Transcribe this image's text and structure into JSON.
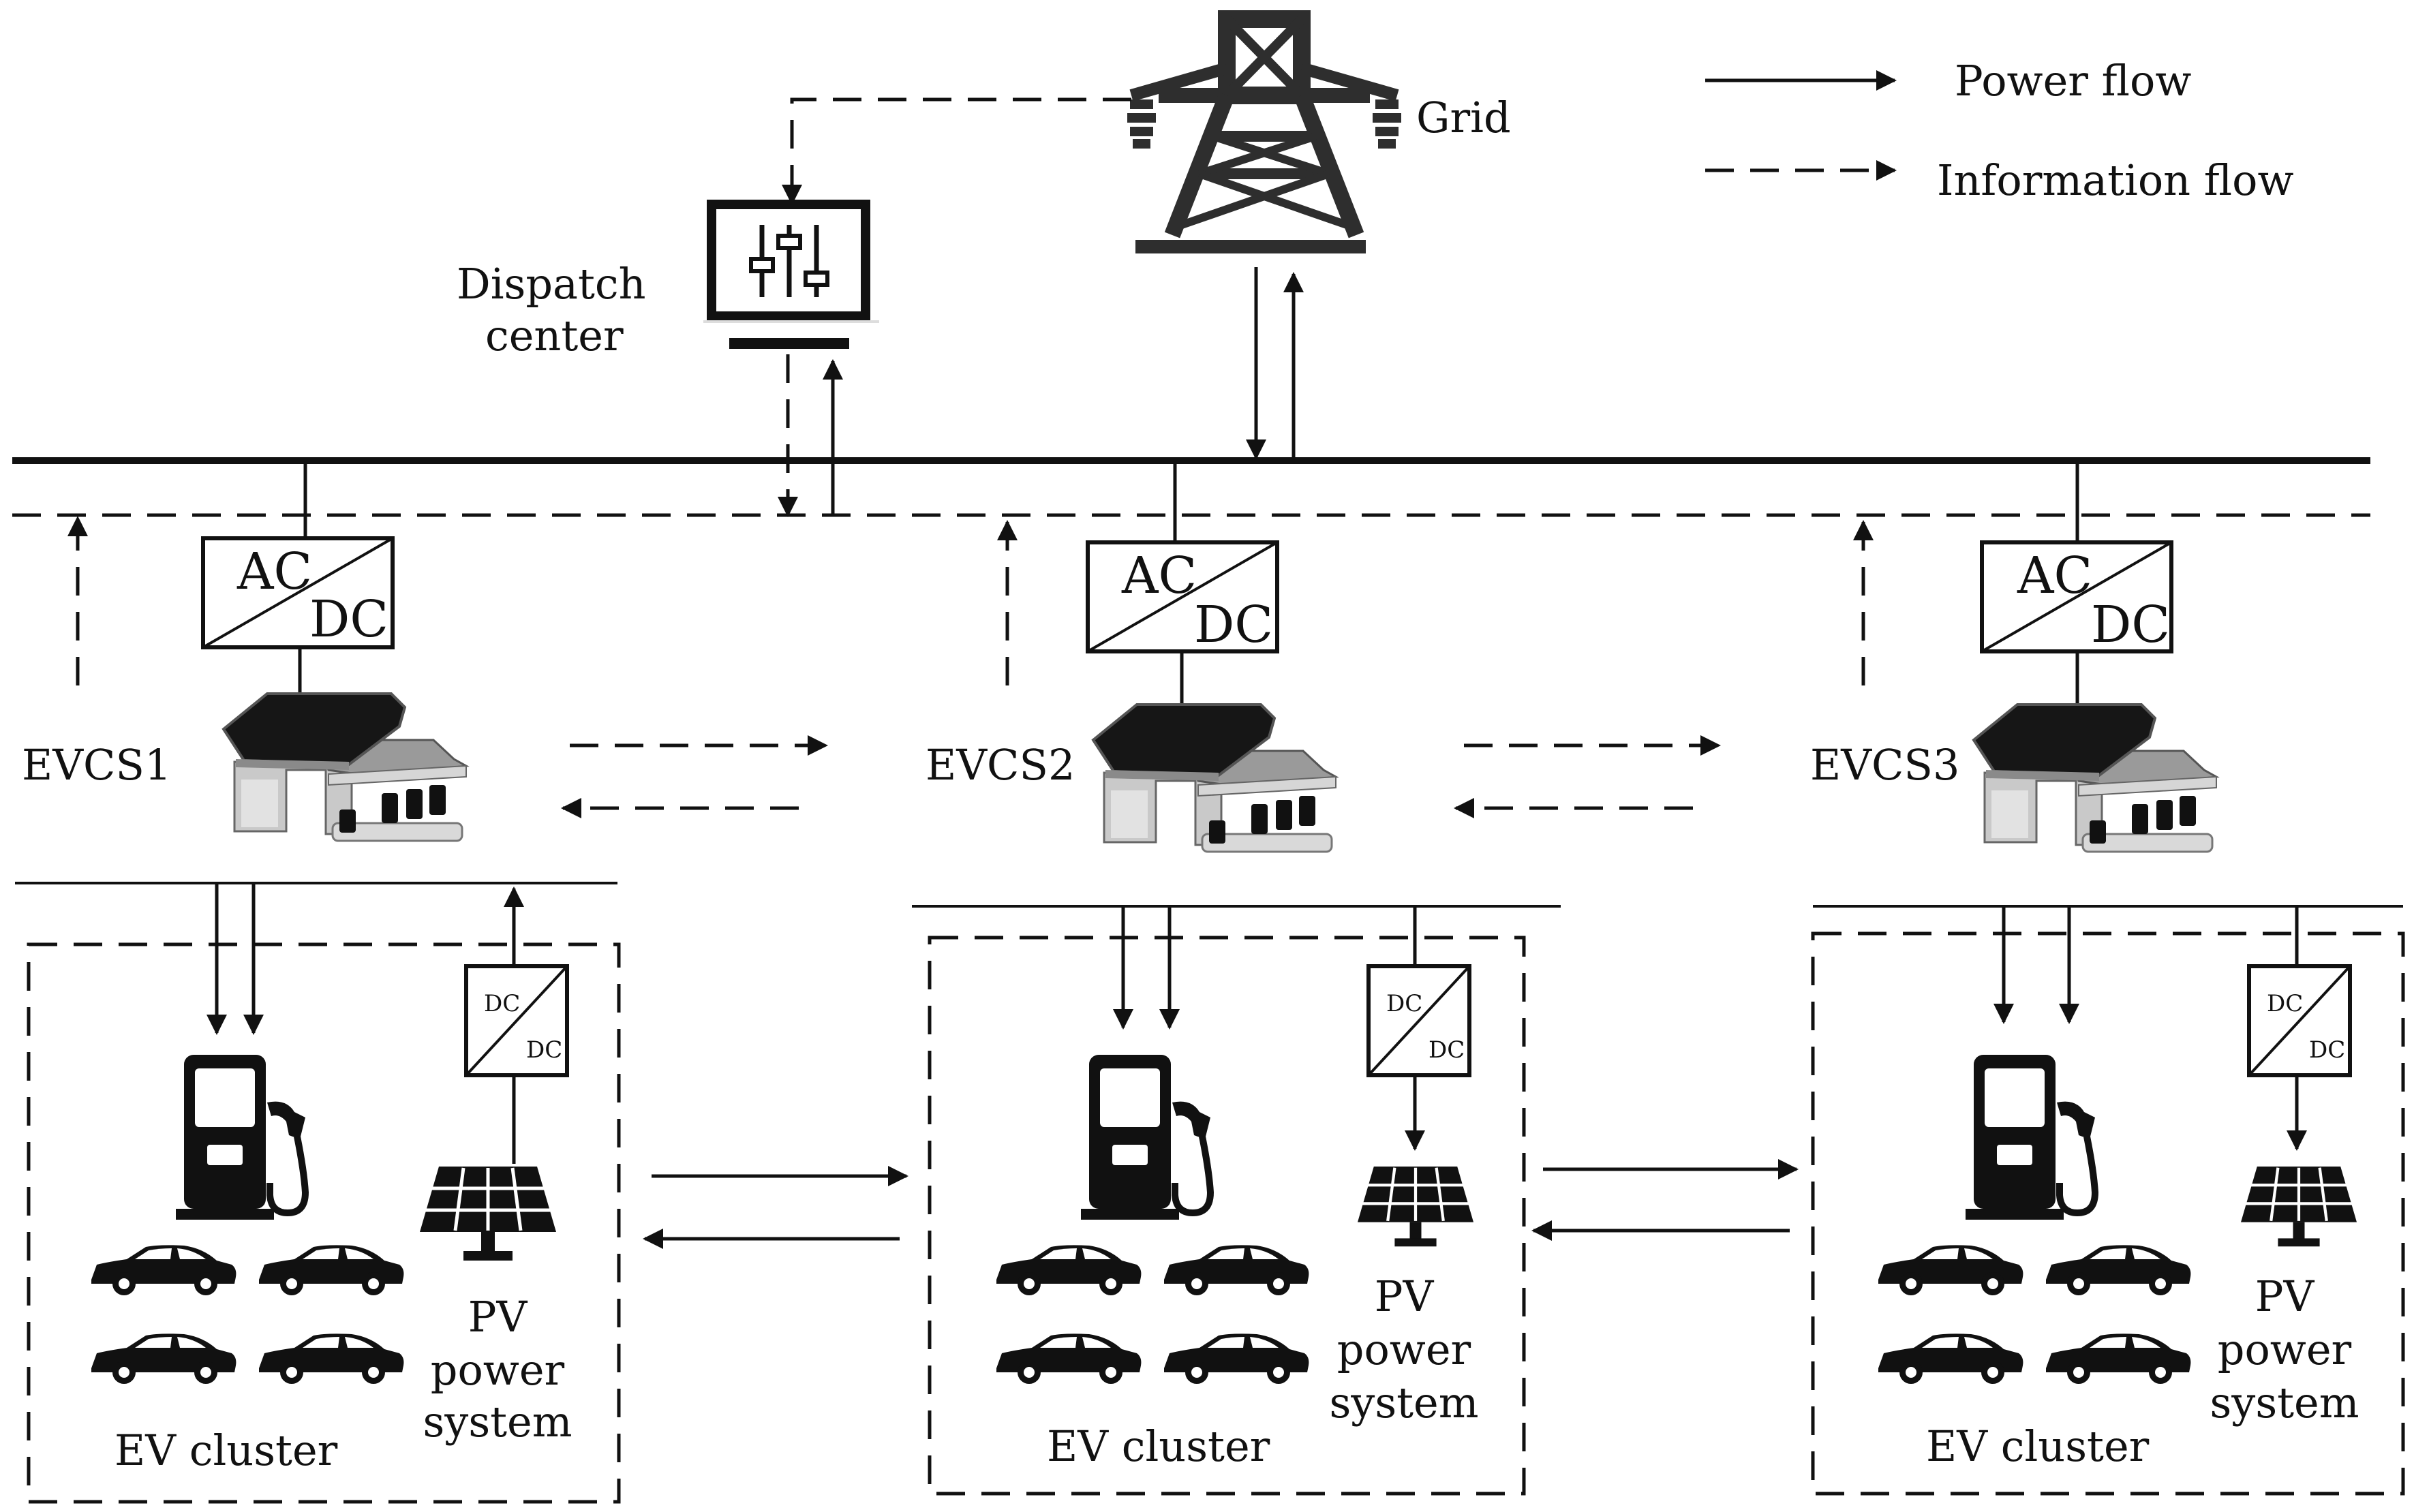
{
  "legend": {
    "power_flow": "Power flow",
    "information_flow": "Information flow"
  },
  "grid": {
    "label": "Grid"
  },
  "dispatch": {
    "label_line1": "Dispatch",
    "label_line2": "center"
  },
  "converters": {
    "ac": "AC",
    "dc": "DC"
  },
  "pv_converters": {
    "top": "DC",
    "bottom": "DC"
  },
  "stations": [
    {
      "name": "EVCS1",
      "cluster_label": "EV cluster",
      "pv_line1": "PV",
      "pv_line2": "power",
      "pv_line3": "system"
    },
    {
      "name": "EVCS2",
      "cluster_label": "EV cluster",
      "pv_line1": "PV",
      "pv_line2": "power",
      "pv_line3": "system"
    },
    {
      "name": "EVCS3",
      "cluster_label": "EV cluster",
      "pv_line1": "PV",
      "pv_line2": "power",
      "pv_line3": "system"
    }
  ],
  "colors": {
    "line": "#111111",
    "roof": "#161616",
    "wall": "#c9c9c9",
    "canopy": "#9a9a9a"
  },
  "icons": [
    "transmission-tower-icon",
    "dispatch-monitor-icon",
    "charging-station-building-icon",
    "charger-pump-icon",
    "car-icon",
    "solar-panel-icon"
  ]
}
